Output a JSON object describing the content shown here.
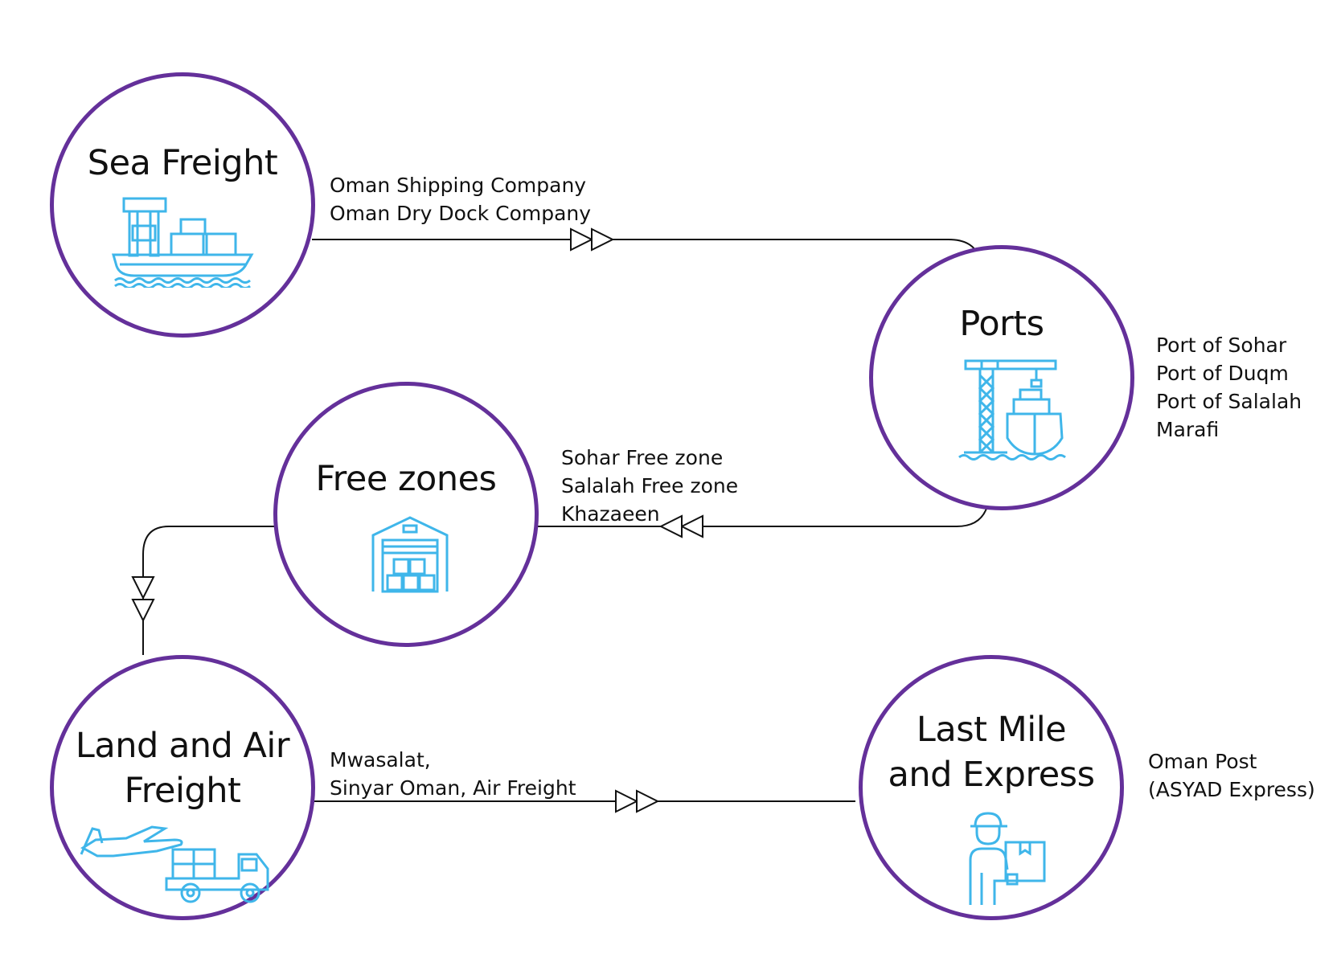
{
  "colors": {
    "ring": "#64309a",
    "icon": "#3fb6ea",
    "connector": "#111111"
  },
  "nodes": {
    "sea_freight": {
      "title_lines": [
        "Sea Freight"
      ],
      "icon": "cargo-ship-icon"
    },
    "ports": {
      "title_lines": [
        "Ports"
      ],
      "icon": "port-crane-icon"
    },
    "free_zones": {
      "title_lines": [
        "Free zones"
      ],
      "icon": "warehouse-icon"
    },
    "land_air": {
      "title_lines": [
        "Land and Air",
        "Freight"
      ],
      "icon": "plane-and-truck-icon"
    },
    "last_mile": {
      "title_lines": [
        "Last Mile",
        "and Express"
      ],
      "icon": "delivery-person-icon"
    }
  },
  "labels": {
    "sea_freight": [
      "Oman Shipping Company",
      "Oman Dry Dock Company"
    ],
    "ports": [
      "Port of Sohar",
      "Port of Duqm",
      "Port of Salalah",
      "Marafi"
    ],
    "free_zones": [
      "Sohar Free zone",
      "Salalah Free zone",
      "Khazaeen"
    ],
    "land_air": [
      "Mwasalat,",
      "Sinyar Oman, Air Freight"
    ],
    "last_mile": [
      "Oman Post",
      "(ASYAD Express)"
    ]
  }
}
